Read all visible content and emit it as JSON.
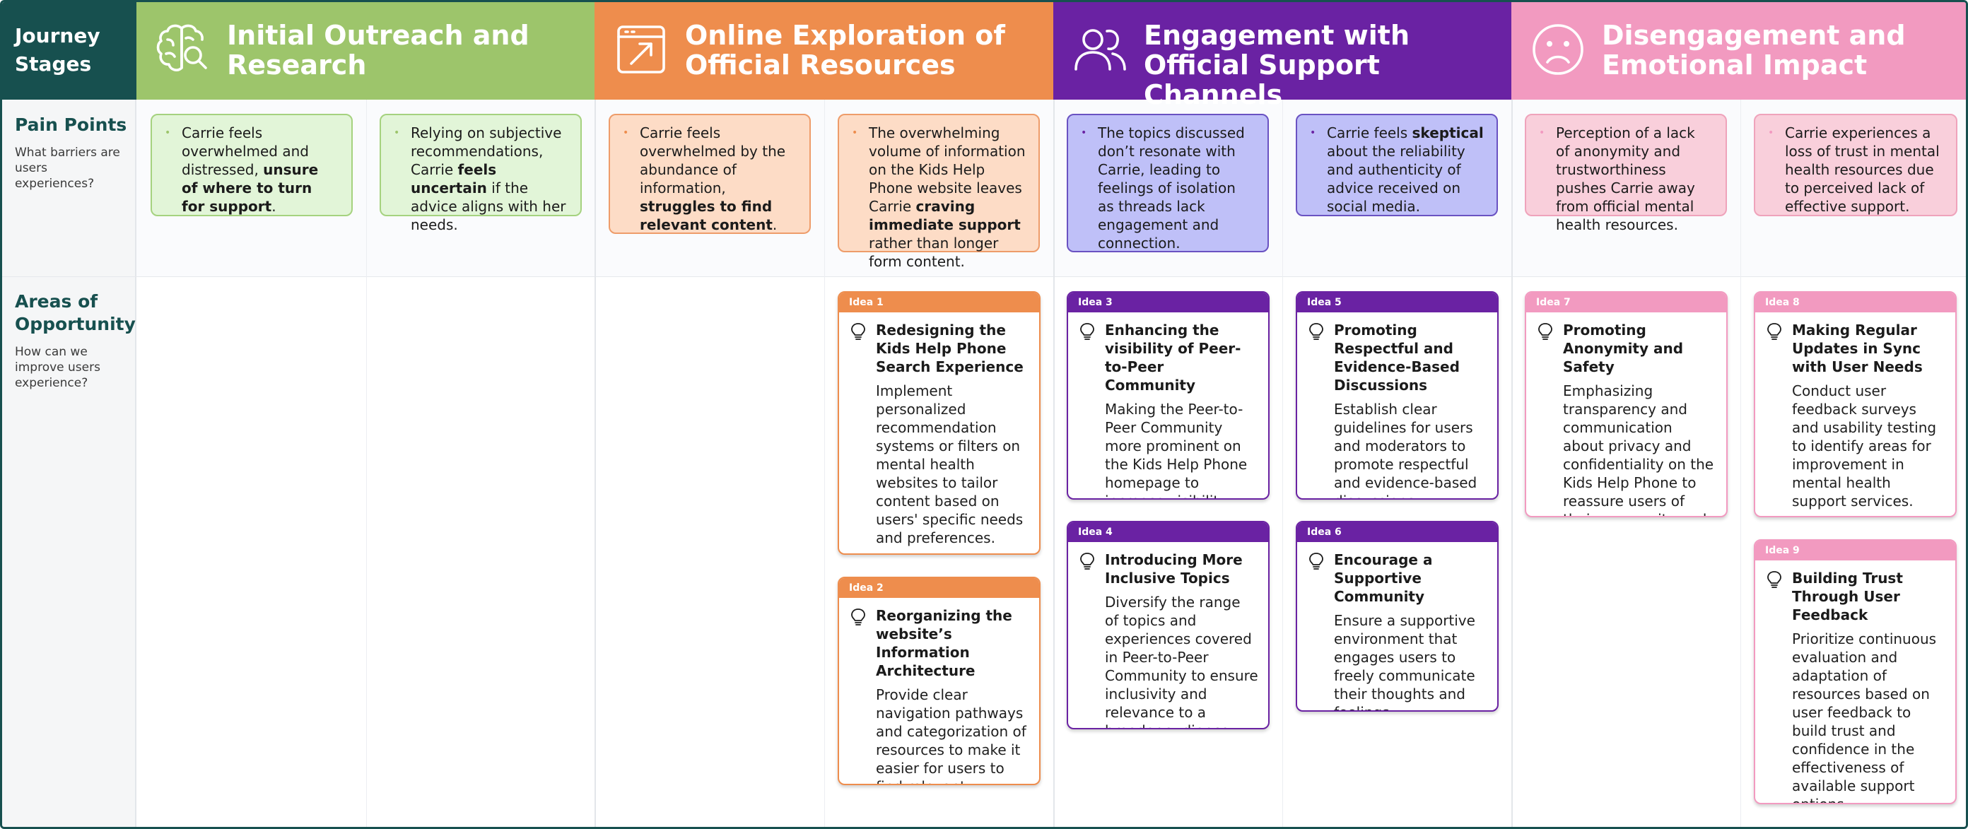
{
  "header": {
    "corner_label": "Journey Stages"
  },
  "stages": [
    {
      "title": "Initial Outreach and Research",
      "icon": "brain-search-icon",
      "color": "#9dc56b"
    },
    {
      "title": "Online Exploration of Official Resources",
      "icon": "browser-arrow-icon",
      "color": "#ee8d4d"
    },
    {
      "title": "Engagement with Official Support Channels",
      "icon": "people-group-icon",
      "color": "#6a22a3"
    },
    {
      "title": "Disengagement and Emotional Impact",
      "icon": "sad-face-icon",
      "color": "#f29ac0"
    }
  ],
  "rows": {
    "pain_points": {
      "title": "Pain Points",
      "subtitle": "What barriers are users experiences?"
    },
    "opportunities": {
      "title": "Areas of Opportunity",
      "subtitle": "How can we improve users experience?"
    }
  },
  "pain_points": [
    {
      "stage": 0,
      "parts": [
        [
          "Carrie feels overwhelmed and distressed, ",
          false
        ],
        [
          "unsure of where to turn for support",
          true
        ],
        [
          ".",
          false
        ]
      ]
    },
    {
      "stage": 0,
      "parts": [
        [
          "Relying on subjective recommendations, Carrie ",
          false
        ],
        [
          "feels uncertain",
          true
        ],
        [
          " if the advice aligns with her needs.",
          false
        ]
      ]
    },
    {
      "stage": 1,
      "parts": [
        [
          "Carrie feels overwhelmed by the abundance of information, ",
          false
        ],
        [
          "struggles to find relevant content",
          true
        ],
        [
          ".",
          false
        ]
      ]
    },
    {
      "stage": 1,
      "parts": [
        [
          "The overwhelming volume of information on the Kids Help Phone website leaves Carrie ",
          false
        ],
        [
          "craving immediate support",
          true
        ],
        [
          " rather than longer form content.",
          false
        ]
      ]
    },
    {
      "stage": 2,
      "parts": [
        [
          "The topics discussed don’t resonate with Carrie, leading to feelings of isolation as threads lack engagement and connection.",
          false
        ]
      ]
    },
    {
      "stage": 2,
      "parts": [
        [
          "Carrie feels ",
          false
        ],
        [
          "skeptical",
          true
        ],
        [
          " about the reliability and authenticity of advice received on social media.",
          false
        ]
      ]
    },
    {
      "stage": 3,
      "parts": [
        [
          "Perception of a lack of anonymity and trustworthiness pushes Carrie away from official mental health resources.",
          false
        ]
      ]
    },
    {
      "stage": 3,
      "parts": [
        [
          "Carrie experiences a loss of trust in mental health resources due to perceived lack of effective support.",
          false
        ]
      ]
    }
  ],
  "ideas": [
    {
      "tag": "Idea 1",
      "title": "Redesigning the Kids Help Phone Search Experience",
      "desc": "Implement personalized recommendation systems or filters on mental health websites to tailor content based on users' specific needs and preferences.",
      "stage": 1
    },
    {
      "tag": "Idea 2",
      "title": "Reorganizing the website’s Information Architecture",
      "desc": "Provide clear navigation pathways and categorization of resources to make it easier for users to find relevant information.",
      "stage": 1
    },
    {
      "tag": "Idea 3",
      "title": "Enhancing the visibility of Peer-to-Peer Community",
      "desc": "Making the Peer-to-Peer Community more prominent on the Kids Help Phone homepage to increase visibility and awareness.",
      "stage": 2
    },
    {
      "tag": "Idea 4",
      "title": "Introducing More Inclusive Topics",
      "desc": "Diversify the range of topics and experiences covered in Peer-to-Peer Community to ensure inclusivity and relevance to a broader audience.",
      "stage": 2
    },
    {
      "tag": "Idea 5",
      "title": "Promoting Respectful and Evidence-Based Discussions",
      "desc": "Establish clear guidelines for users and moderators to promote respectful and evidence-based discussions.",
      "stage": 2
    },
    {
      "tag": "Idea 6",
      "title": "Encourage a Supportive Community",
      "desc": "Ensure a supportive environment that engages users to freely communicate their thoughts and feelings.",
      "stage": 2
    },
    {
      "tag": "Idea 7",
      "title": "Promoting Anonymity and Safety",
      "desc": "Emphasizing transparency and communication about privacy and confidentiality on the Kids Help Phone to reassure users of their anonymity and safety.",
      "stage": 3
    },
    {
      "tag": "Idea 8",
      "title": "Making Regular Updates in Sync with User Needs",
      "desc": "Conduct user feedback surveys and usability testing to identify areas for improvement in mental health support services.",
      "stage": 3
    },
    {
      "tag": "Idea 9",
      "title": "Building Trust Through User Feedback",
      "desc": "Prioritize continuous evaluation and adaptation of resources based on user feedback to build trust and confidence in the effectiveness of available support options.",
      "stage": 3
    }
  ],
  "theme": {
    "corner": "#17504f",
    "pain_fills": [
      "#e2f5d8",
      "#fddcc6",
      "#bfc0f8",
      "#f9cfdb"
    ],
    "pain_borders": [
      "#a5d27f",
      "#ee9c6a",
      "#6a52c2",
      "#efa3bb"
    ]
  }
}
